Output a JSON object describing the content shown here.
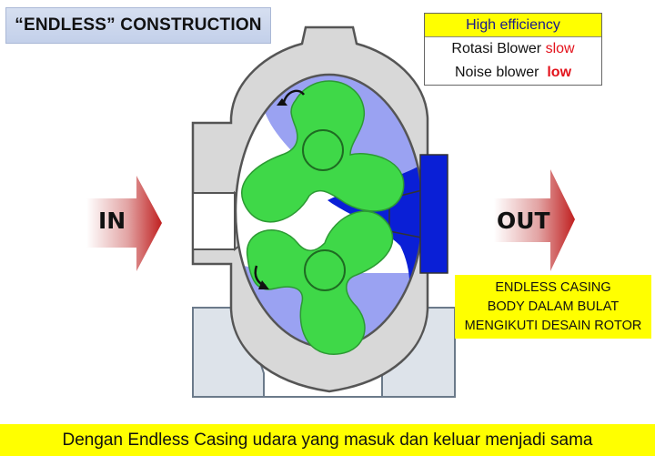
{
  "title": "“ENDLESS” CONSTRUCTION",
  "spec": {
    "header": "High efficiency",
    "row1_prefix": "Rotasi Blower ",
    "row1_highlight": "slow",
    "row2_prefix": "Noise blower  ",
    "row2_highlight": "low"
  },
  "labels": {
    "in": "IN",
    "out": "OUT"
  },
  "note": {
    "line1": "ENDLESS CASING",
    "line2": "BODY DALAM BULAT",
    "line3": "MENGIKUTI DESAIN ROTOR"
  },
  "footer": "Dengan Endless Casing udara yang masuk dan keluar menjadi sama",
  "colors": {
    "rotor": "#3fd848",
    "low_pressure": "#9aa2f2",
    "high_pressure": "#0a1fd6",
    "casing": "#d8d8d8",
    "arrow": "#c02020",
    "highlight_text": "#e3121b",
    "note_bg": "#ffff00"
  }
}
